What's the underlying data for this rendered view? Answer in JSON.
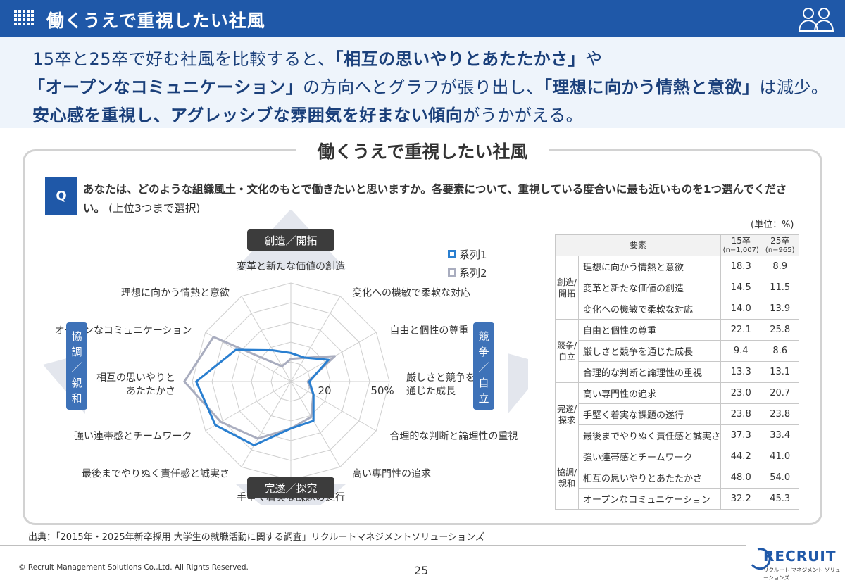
{
  "header": {
    "title": "働くうえで重視したい社風"
  },
  "summary": {
    "line1_a": "15卒と25卒で好む社風を比較すると、",
    "line1_b": "「相互の思いやりとあたたかさ」",
    "line1_c": "や",
    "line2_a": "「オープンなコミュニケーション」",
    "line2_b": "の方向へとグラフが張り出し、",
    "line2_c": "「理想に向かう情熱と意欲」",
    "line2_d": "は減少。",
    "line3_a": "安心感を重視し、アグレッシブな雰囲気を好まない傾向",
    "line3_b": "がうかがえる。"
  },
  "panel": {
    "title": "働くうえで重視したい社風",
    "q_badge": "Q",
    "question_bold": "あなたは、どのような組織風土・文化のもとで働きたいと思いますか。各要素について、重視している度合いに最も近いものを1つ選んでください。",
    "question_light": "(上位3つまで選択)"
  },
  "colors": {
    "brand": "#1f58a8",
    "series1": "#2a7fd0",
    "series2": "#a9adbf",
    "quadrant_label": "#3c3c3c",
    "side_label": "#3e72b8"
  },
  "chart_data": {
    "type": "radar",
    "axes": [
      "変革と新たな価値の創造",
      "変化への機敏で柔軟な対応",
      "自由と個性の尊重",
      "厳しさと競争を通じた成長",
      "合理的な判断と論理性の重視",
      "高い専門性の追求",
      "手堅く着実な課題の遂行",
      "最後までやりぬく責任感と誠実さ",
      "強い連帯感とチームワーク",
      "相互の思いやりとあたたかさ",
      "オープンなコミュニケーション",
      "理想に向かう情熱と意欲"
    ],
    "axis_display_labels": [
      [
        "変革と新たな価値の創造"
      ],
      [
        "変化への機敏で柔軟な対応"
      ],
      [
        "自由と個性の尊重"
      ],
      [
        "厳しさと競争を",
        "通じた成長"
      ],
      [
        "合理的な判断と論理性の重視"
      ],
      [
        "高い専門性の追求"
      ],
      [
        "手堅く着実な課題の遂行"
      ],
      [
        "最後までやりぬく責任感と誠実さ"
      ],
      [
        "強い連帯感とチームワーク"
      ],
      [
        "相互の思いやりと",
        "あたたかさ"
      ],
      [
        "オープンなコミュニケーション"
      ],
      [
        "理想に向かう情熱と意欲"
      ]
    ],
    "series": [
      {
        "name": "系列1",
        "values": [
          14.5,
          14.0,
          22.1,
          9.4,
          13.3,
          23.0,
          23.8,
          37.3,
          44.2,
          48.0,
          32.2,
          18.3
        ]
      },
      {
        "name": "系列2",
        "values": [
          11.5,
          13.9,
          25.8,
          8.6,
          13.1,
          20.7,
          23.8,
          33.4,
          41.0,
          54.0,
          45.3,
          8.9
        ]
      }
    ],
    "rmax": 50,
    "ring_step": 10,
    "tick_labels": [
      "20",
      "50%"
    ],
    "quadrant_labels": {
      "top": "創造／開拓",
      "bottom": "完遂／探究",
      "left": "協調／親和",
      "right": "競争／自立"
    }
  },
  "table": {
    "unit": "(単位：%)",
    "header_element": "要素",
    "header_15": [
      "15卒",
      "(n=1,007)"
    ],
    "header_25": [
      "25卒",
      "(n=965)"
    ],
    "groups": [
      {
        "label": [
          "創造/",
          "開拓"
        ],
        "rows": [
          {
            "element": "理想に向かう情熱と意欲",
            "v15": "18.3",
            "v25": "8.9"
          },
          {
            "element": "変革と新たな価値の創造",
            "v15": "14.5",
            "v25": "11.5"
          },
          {
            "element": "変化への機敏で柔軟な対応",
            "v15": "14.0",
            "v25": "13.9"
          }
        ]
      },
      {
        "label": [
          "競争/",
          "自立"
        ],
        "rows": [
          {
            "element": "自由と個性の尊重",
            "v15": "22.1",
            "v25": "25.8"
          },
          {
            "element": "厳しさと競争を通じた成長",
            "v15": "9.4",
            "v25": "8.6"
          },
          {
            "element": "合理的な判断と論理性の重視",
            "v15": "13.3",
            "v25": "13.1"
          }
        ]
      },
      {
        "label": [
          "完遂/",
          "探求"
        ],
        "rows": [
          {
            "element": "高い専門性の追求",
            "v15": "23.0",
            "v25": "20.7"
          },
          {
            "element": "手堅く着実な課題の遂行",
            "v15": "23.8",
            "v25": "23.8"
          },
          {
            "element": "最後までやりぬく責任感と誠実さ",
            "v15": "37.3",
            "v25": "33.4"
          }
        ]
      },
      {
        "label": [
          "協調/",
          "親和"
        ],
        "rows": [
          {
            "element": "強い連帯感とチームワーク",
            "v15": "44.2",
            "v25": "41.0"
          },
          {
            "element": "相互の思いやりとあたたかさ",
            "v15": "48.0",
            "v25": "54.0"
          },
          {
            "element": "オープンなコミュニケーション",
            "v15": "32.2",
            "v25": "45.3"
          }
        ]
      }
    ]
  },
  "footer": {
    "source": "出典：「2015年・2025年新卒採用 大学生の就職活動に関する調査」リクルートマネジメントソリューションズ",
    "copyright": "© Recruit Management Solutions Co.,Ltd. All Rights Reserved.",
    "page": "25",
    "logo_text": "RECRUIT",
    "logo_sub": "リクルート マネジメント ソリューションズ"
  }
}
